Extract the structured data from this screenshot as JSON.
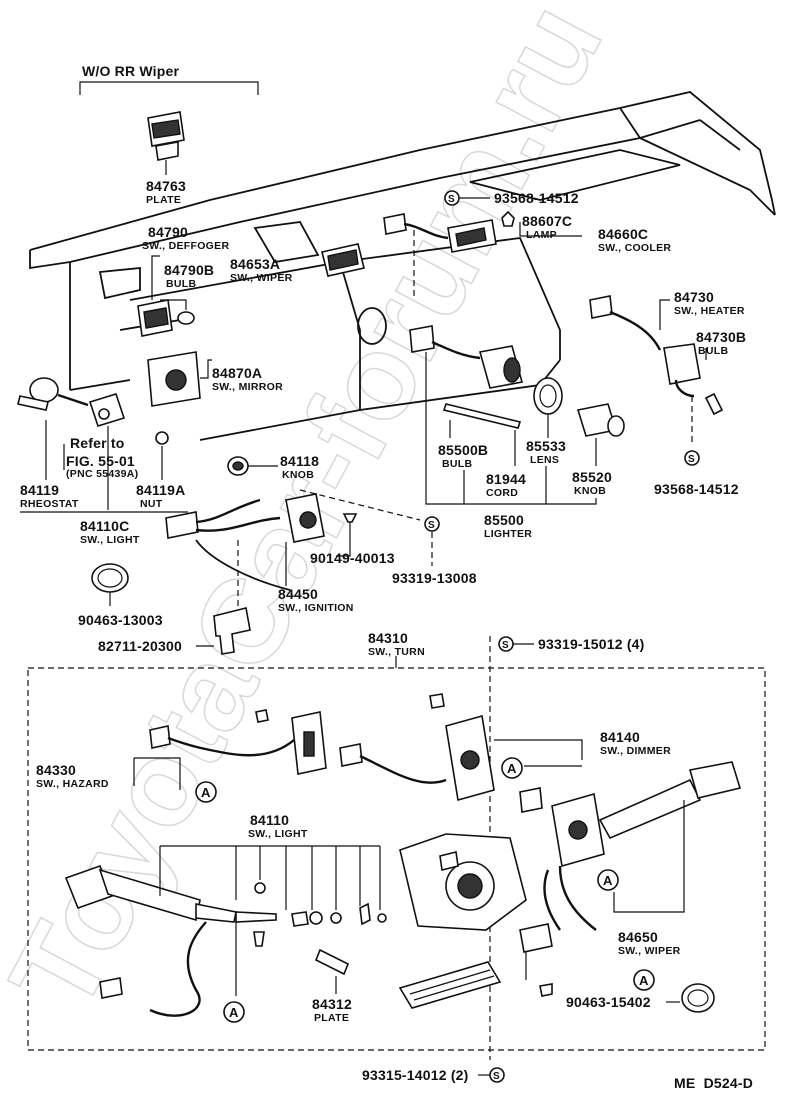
{
  "header": {
    "group_label": "W/O RR Wiper"
  },
  "watermark": "ToyotaCar-forum.ru",
  "footer": {
    "code": "ME  D524-D"
  },
  "parts": {
    "p84763": {
      "num": "84763",
      "desc": "PLATE"
    },
    "p84790": {
      "num": "84790",
      "desc": "SW., DEFFOGER"
    },
    "p84790b": {
      "num": "84790B",
      "desc": "BULB"
    },
    "p84653a": {
      "num": "84653A",
      "desc": "SW., WIPER"
    },
    "p93568_top": {
      "num": "93568-14512"
    },
    "p88607c": {
      "num": "88607C",
      "desc": "LAMP"
    },
    "p84660c": {
      "num": "84660C",
      "desc": "SW., COOLER"
    },
    "p84730": {
      "num": "84730",
      "desc": "SW., HEATER"
    },
    "p84730b": {
      "num": "84730B",
      "desc": "BULB"
    },
    "p84870a": {
      "num": "84870A",
      "desc": "SW., MIRROR"
    },
    "refer": {
      "line1": "Refer to",
      "line2": "FIG. 55-01",
      "line3": "(PNC 55439A)"
    },
    "p84119": {
      "num": "84119",
      "desc": "RHEOSTAT"
    },
    "p84119a": {
      "num": "84119A",
      "desc": "NUT"
    },
    "p84118": {
      "num": "84118",
      "desc": "KNOB"
    },
    "p84110c": {
      "num": "84110C",
      "desc": "SW., LIGHT"
    },
    "p85500b": {
      "num": "85500B",
      "desc": "BULB"
    },
    "p85533": {
      "num": "85533",
      "desc": "LENS"
    },
    "p81944": {
      "num": "81944",
      "desc": "CORD"
    },
    "p85520": {
      "num": "85520",
      "desc": "KNOB"
    },
    "p93568_right": {
      "num": "93568-14512"
    },
    "p85500": {
      "num": "85500",
      "desc": "LIGHTER"
    },
    "p90149": {
      "num": "90149-40013"
    },
    "p93319_13008": {
      "num": "93319-13008"
    },
    "p84450": {
      "num": "84450",
      "desc": "SW., IGNITION"
    },
    "p90463_13003": {
      "num": "90463-13003"
    },
    "p82711": {
      "num": "82711-20300"
    },
    "p84310": {
      "num": "84310",
      "desc": "SW., TURN"
    },
    "p93319_15012": {
      "num": "93319-15012 (4)"
    },
    "p84330": {
      "num": "84330",
      "desc": "SW., HAZARD"
    },
    "p84140": {
      "num": "84140",
      "desc": "SW., DIMMER"
    },
    "p84110": {
      "num": "84110",
      "desc": "SW., LIGHT"
    },
    "p84650": {
      "num": "84650",
      "desc": "SW., WIPER"
    },
    "p84312": {
      "num": "84312",
      "desc": "PLATE"
    },
    "p90463_15402": {
      "num": "90463-15402"
    },
    "p93315": {
      "num": "93315-14012 (2)"
    }
  },
  "symbols": {
    "screw_mark": "S",
    "ref_a": "A"
  }
}
